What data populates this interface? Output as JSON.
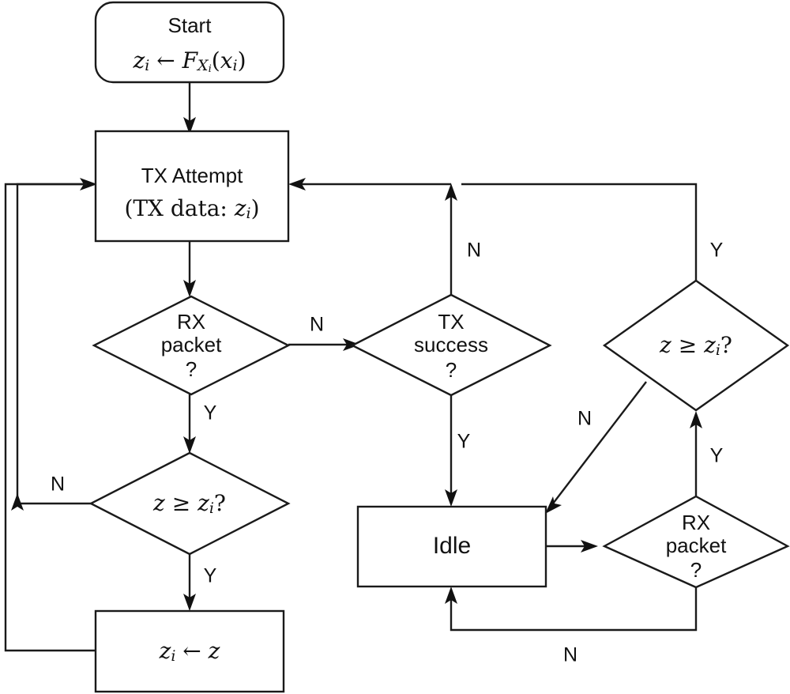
{
  "diagram": {
    "title": "Transmission / reception protocol state flowchart",
    "type": "flowchart",
    "background_color": "#ffffff",
    "stroke_color": "#1a1a1a",
    "text_color": "#111111",
    "nodes": [
      {
        "id": "start",
        "kind": "terminator",
        "line1": "Start",
        "line2_tex": "z_i ← F_{X_i}(x_i)",
        "line2_parts": {
          "var": "z",
          "var_sub": "i",
          "arrow": "←",
          "fn": "F",
          "fn_sub_main": "X",
          "fn_sub_sub": "i",
          "open": "(",
          "arg": "x",
          "arg_sub": "i",
          "close": ")"
        }
      },
      {
        "id": "tx-attempt",
        "kind": "process",
        "line1": "TX Attempt",
        "line2_tex": "(TX data: z_i)",
        "line2_parts": {
          "open": "(",
          "upright": "TX data:",
          "var": "z",
          "var_sub": "i",
          "close": ")"
        }
      },
      {
        "id": "rx-packet-left",
        "kind": "decision",
        "line1": "RX",
        "line2": "packet",
        "line3": "?"
      },
      {
        "id": "compare-left",
        "kind": "decision",
        "text_tex": "z ≥ z_i?",
        "parts": {
          "lhs": "z",
          "op": "≥",
          "rhs": "z",
          "rhs_sub": "i",
          "qmark": "?"
        }
      },
      {
        "id": "assign",
        "kind": "process",
        "text_tex": "z_i ← z",
        "parts": {
          "lhs": "z",
          "lhs_sub": "i",
          "arrow": "←",
          "rhs": "z"
        }
      },
      {
        "id": "tx-success",
        "kind": "decision",
        "line1": "TX",
        "line2": "success",
        "line3": "?"
      },
      {
        "id": "idle",
        "kind": "process",
        "line1": "Idle"
      },
      {
        "id": "compare-right",
        "kind": "decision",
        "text_tex": "z ≥ z_i?",
        "parts": {
          "lhs": "z",
          "op": "≥",
          "rhs": "z",
          "rhs_sub": "i",
          "qmark": "?"
        }
      },
      {
        "id": "rx-packet-right",
        "kind": "decision",
        "line1": "RX",
        "line2": "packet",
        "line3": "?"
      }
    ],
    "edges": [
      {
        "id": "start-to-tx",
        "from": "start",
        "to": "tx-attempt",
        "label": ""
      },
      {
        "id": "tx-to-rx",
        "from": "tx-attempt",
        "to": "rx-packet-left",
        "label": ""
      },
      {
        "id": "rx-left-no",
        "from": "rx-packet-left",
        "to": "tx-success",
        "label": "N"
      },
      {
        "id": "rx-left-yes",
        "from": "rx-packet-left",
        "to": "compare-left",
        "label": "Y"
      },
      {
        "id": "compare-left-no",
        "from": "compare-left",
        "to": "tx-attempt",
        "label": "N"
      },
      {
        "id": "compare-left-yes",
        "from": "compare-left",
        "to": "assign",
        "label": "Y"
      },
      {
        "id": "assign-to-tx",
        "from": "assign",
        "to": "tx-attempt",
        "label": ""
      },
      {
        "id": "tx-success-no",
        "from": "tx-success",
        "to": "tx-attempt",
        "label": "N"
      },
      {
        "id": "tx-success-yes",
        "from": "tx-success",
        "to": "idle",
        "label": "Y"
      },
      {
        "id": "idle-to-rx-right",
        "from": "idle",
        "to": "rx-packet-right",
        "label": ""
      },
      {
        "id": "rx-right-no",
        "from": "rx-packet-right",
        "to": "idle",
        "label": "N"
      },
      {
        "id": "rx-right-yes",
        "from": "rx-packet-right",
        "to": "compare-right",
        "label": "Y"
      },
      {
        "id": "compare-right-no",
        "from": "compare-right",
        "to": "idle",
        "label": "N"
      },
      {
        "id": "compare-right-yes",
        "from": "compare-right",
        "to": "tx-attempt",
        "label": "Y"
      }
    ],
    "branch_labels": {
      "rx_left_no": "N",
      "rx_left_yes": "Y",
      "compare_left_no": "N",
      "compare_left_yes": "Y",
      "tx_success_no": "N",
      "tx_success_yes": "Y",
      "compare_right_no": "N",
      "compare_right_yes": "Y",
      "rx_right_no": "N",
      "rx_right_yes": "Y"
    },
    "glyphs": {
      "left_arrow": "←",
      "geq": "≥",
      "question": "?"
    }
  }
}
